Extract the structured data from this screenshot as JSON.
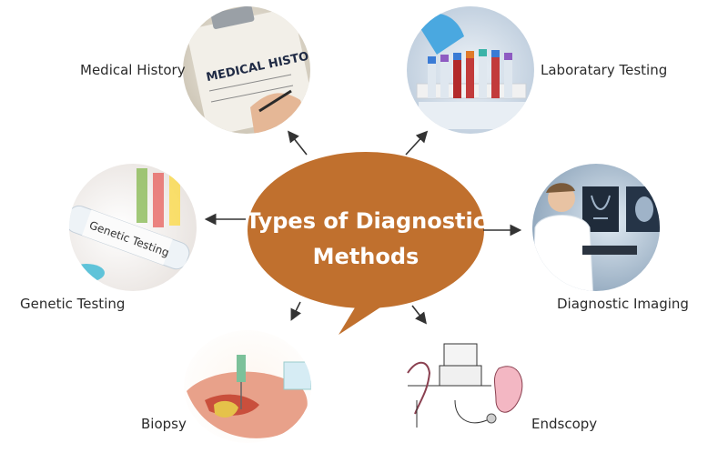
{
  "center": {
    "line1": "Types of Diagnostic",
    "line2": "Methods"
  },
  "colors": {
    "bubble": "#c0702e",
    "arrow": "#333333",
    "label": "#2b2b2b"
  },
  "nodes": [
    {
      "label": "Medical History",
      "icon": "clipboard-photo"
    },
    {
      "label": "Laboratary Testing",
      "icon": "test-tubes-photo"
    },
    {
      "label": "Genetic Testing",
      "icon": "genetic-tube-photo"
    },
    {
      "label": "Diagnostic Imaging",
      "icon": "xray-photo"
    },
    {
      "label": "Biopsy",
      "icon": "biopsy-illustration"
    },
    {
      "label": "Endscopy",
      "icon": "endoscopy-illustration"
    }
  ],
  "illustration_text": {
    "medical_history_card": "MEDICAL HISTORY",
    "genetic_tube": "Genetic Testing"
  }
}
